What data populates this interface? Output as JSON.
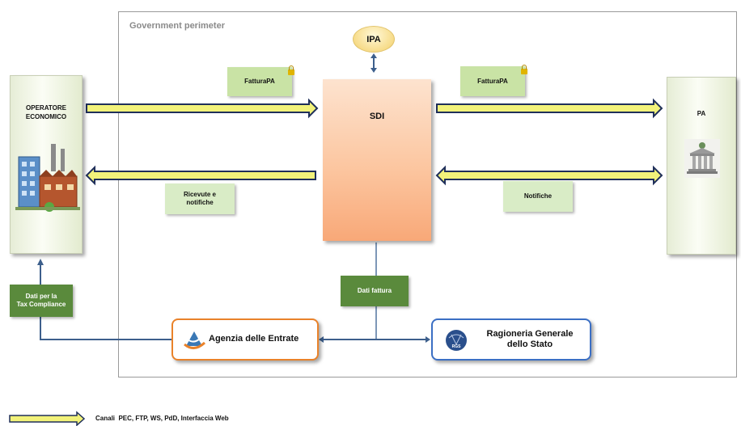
{
  "perimeter": {
    "label": "Government perimeter"
  },
  "nodes": {
    "operatore": {
      "label_line1": "OPERATORE",
      "label_line2": "ECONOMICO"
    },
    "pa": {
      "label": "PA"
    },
    "sdi": {
      "label": "SDI"
    },
    "ipa": {
      "label": "IPA"
    }
  },
  "documents": {
    "fattura_in": "FatturaPA",
    "fattura_out": "FatturaPA",
    "ricevute_line1": "Ricevute e",
    "ricevute_line2": "notifiche",
    "notifiche": "Notifiche",
    "dati_fattura": "Dati fattura",
    "dati_tax_line1": "Dati per la",
    "dati_tax_line2": "Tax Compliance"
  },
  "organizations": {
    "agenzia": "Agenzia delle Entrate",
    "rgs_line1": "Ragioneria Generale",
    "rgs_line2": "dello Stato",
    "rgs_logo_text": "RGS"
  },
  "legend": {
    "prefix": "Canali",
    "channels": "PEC,  FTP,  WS,  PdD,  Interfaccia Web"
  },
  "colors": {
    "channel_fill": "#f2f27a",
    "channel_border": "#1f2f5a",
    "connector": "#3d5f8c",
    "agenzia_border": "#e9822a",
    "rgs_border": "#3b6fc4"
  }
}
